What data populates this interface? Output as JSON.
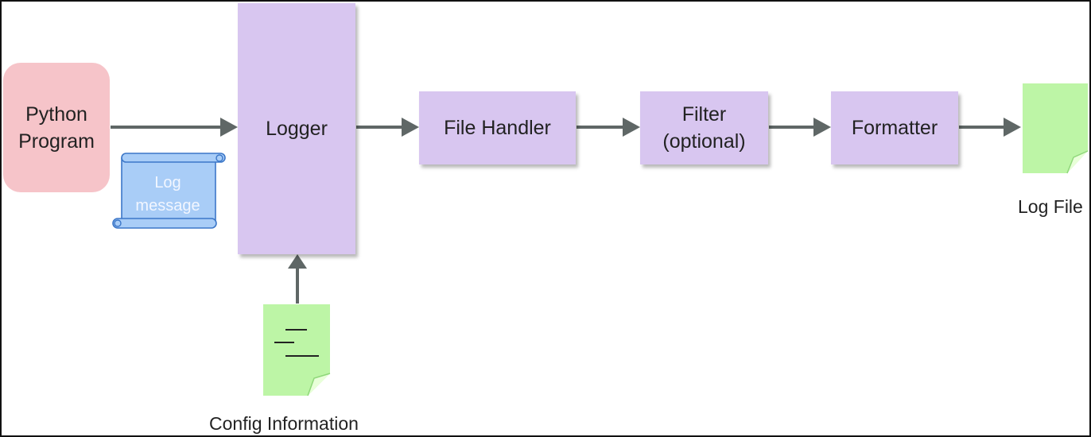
{
  "nodes": {
    "python_program": "Python\nProgram",
    "logger": "Logger",
    "file_handler": "File Handler",
    "filter": "Filter\n(optional)",
    "formatter": "Formatter"
  },
  "log_message": "Log\nmessage",
  "labels": {
    "config_information": "Config Information",
    "log_file": "Log File"
  },
  "colors": {
    "python_program": "#f6c4c9",
    "process_box": "#d8c6f0",
    "document": "#bdf5a6",
    "scroll": "#a9cdf7",
    "arrow": "#5f6766"
  },
  "icons": [
    "scroll-icon",
    "document-icon",
    "arrow-icon"
  ]
}
